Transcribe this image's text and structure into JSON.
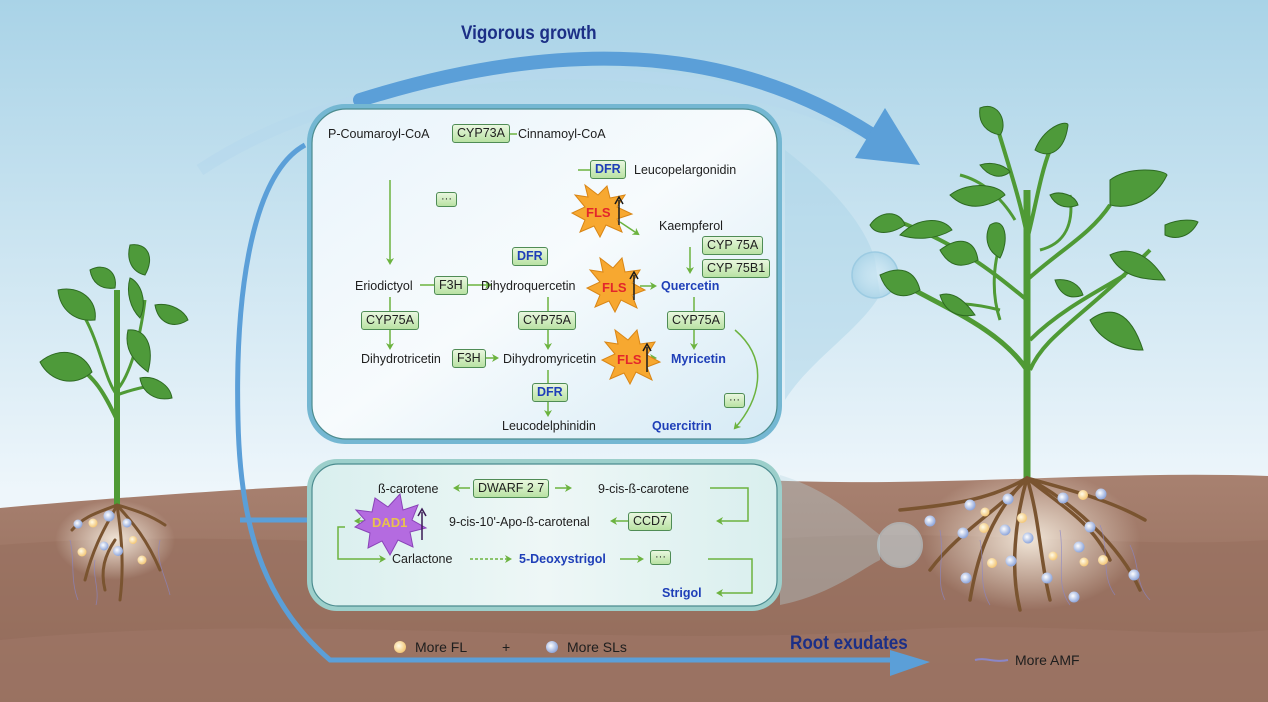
{
  "title_top": "Vigorous growth",
  "title_bottom": "Root exudates",
  "flavonoid_panel": {
    "compounds": {
      "p_coumaroyl_coa": "P-Coumaroyl-CoA",
      "cinnamoyl_coa": "Cinnamoyl-CoA",
      "leucopelargonidin": "Leucopelargonidin",
      "kaempferol": "Kaempferol",
      "eriodictyol": "Eriodictyol",
      "dihydroquercetin": "Dihydroquercetin",
      "quercetin": "Quercetin",
      "dihydrotricetin": "Dihydrotricetin",
      "dihydromyricetin": "Dihydromyricetin",
      "myricetin": "Myricetin",
      "leucodelphinidin": "Leucodelphinidin",
      "quercitrin": "Quercitrin"
    },
    "enzymes": {
      "cyp73a": "CYP73A",
      "dfr_top": "DFR",
      "dots_top": "···",
      "fls_1": "FLS",
      "cyp_75a_b": "CYP 75A",
      "cyp_75b1": "CYP 75B1",
      "dfr_mid": "DFR",
      "f3h_1": "F3H",
      "fls_2": "FLS",
      "cyp75a_left": "CYP75A",
      "cyp75a_mid": "CYP75A",
      "cyp75a_right": "CYP75A",
      "f3h_2": "F3H",
      "fls_3": "FLS",
      "dfr_bottom": "DFR",
      "dots_right": "···"
    }
  },
  "strigolactone_panel": {
    "compounds": {
      "b_carotene": "ß-carotene",
      "nine_cis_b_carotene": "9-cis-ß-carotene",
      "apo_carotenal": "9-cis-10'-Apo-ß-carotenal",
      "carlactone": "Carlactone",
      "deoxystrigol": "5-Deoxystrigol",
      "strigol": "Strigol"
    },
    "enzymes": {
      "dwarf27": "DWARF 2 7",
      "ccd7": "CCD7",
      "dad1": "DAD1",
      "dots": "···"
    }
  },
  "legend": {
    "fl": "More FL",
    "plus": "+",
    "sls": "More SLs",
    "amf": "More AMF"
  },
  "colors": {
    "sky_top": "#a9d3e7",
    "sky_bottom": "#eef6fb",
    "soil": "#9a7260",
    "arrow_blue": "#5b9fd8",
    "enzyme_green": "#b9e2a3",
    "pathway_green": "#6cb33f",
    "fls_orange": "#f7a830",
    "dad1_purple": "#b46be0",
    "highlight_blue": "#1f3fb8"
  }
}
